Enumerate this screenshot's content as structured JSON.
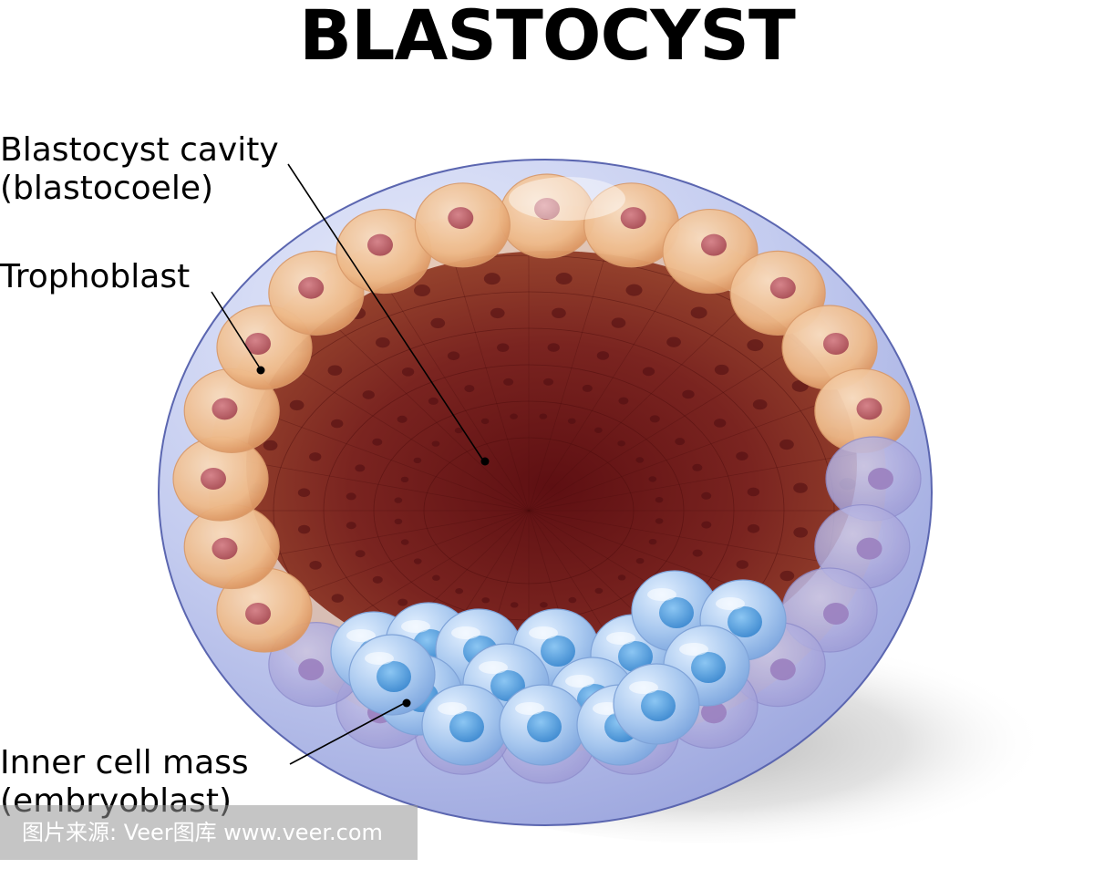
{
  "title": "BLASTOCYST",
  "labels": {
    "cavity_line1": "Blastocyst cavity",
    "cavity_line2": "(blastocoele)",
    "trophoblast": "Trophoblast",
    "icm_line1": "Inner cell mass",
    "icm_line2": "(embryoblast)"
  },
  "watermark": "图片来源: Veer图库 www.veer.com",
  "colors": {
    "zona": "#a9b4e4",
    "zona_edge": "#5b66b0",
    "cavity": "#7a1f1f",
    "trophoblast_cell": "#f2c7a0",
    "trophoblast_nucleus": "#b5525e",
    "icm_cell": "#a9c9ef",
    "icm_nucleus": "#4f9ad8",
    "shadow": "#bdbdbd"
  }
}
